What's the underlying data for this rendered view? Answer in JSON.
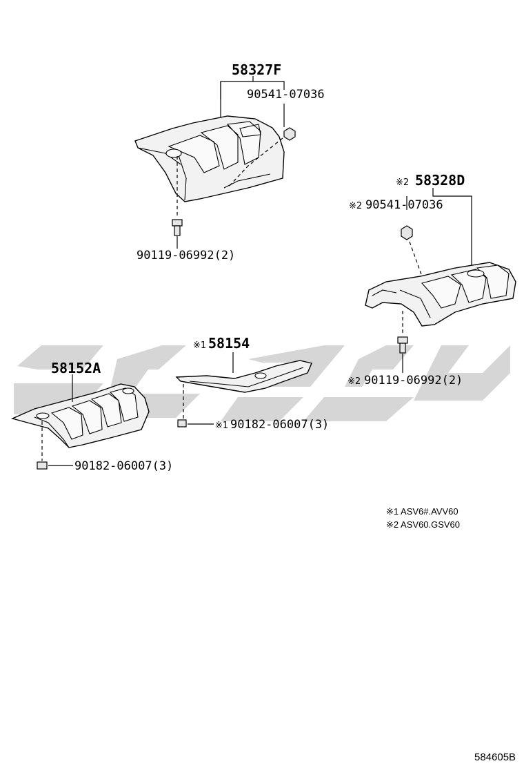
{
  "parts": {
    "p58327F": "58327F",
    "p90541_top": "90541-07036",
    "p90119_top": "90119-06992(2)",
    "p58328D": "58328D",
    "p90541_right": "90541-07036",
    "p90119_right": "90119-06992(2)",
    "p58154": "58154",
    "p90182_mid": "90182-06007(3)",
    "p58152A": "58152A",
    "p90182_left": "90182-06007(3)"
  },
  "marks": {
    "m58328D": "※2",
    "m90541_right": "※2",
    "m90119_right": "※2",
    "m58154": "※1",
    "m90182_mid": "※1"
  },
  "notes": {
    "note1": "※1 ASV6#.AVV60",
    "note2": "※2 ASV60.GSV60"
  },
  "figure_ref": "584605B"
}
